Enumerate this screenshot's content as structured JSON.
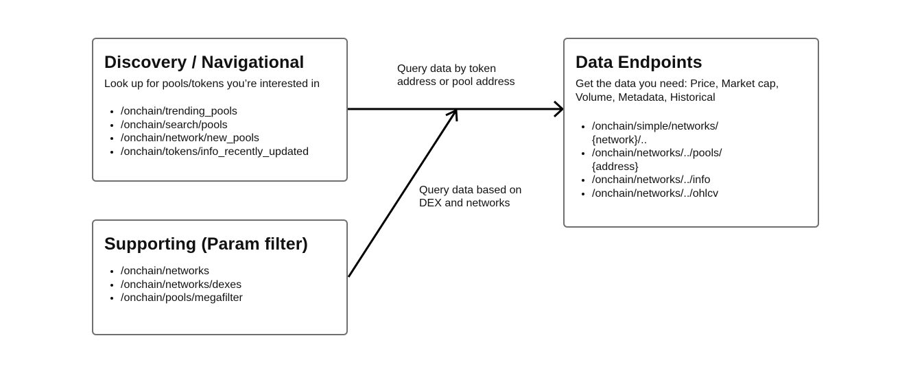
{
  "boxes": {
    "discovery": {
      "title": "Discovery / Navigational",
      "description": "Look up for pools/tokens you’re interested in",
      "items": [
        "/onchain/trending_pools",
        "/onchain/search/pools",
        "/onchain/network/new_pools",
        "/onchain/tokens/info_recently_updated"
      ]
    },
    "supporting": {
      "title": "Supporting (Param filter)",
      "items": [
        "/onchain/networks",
        "/onchain/networks/dexes",
        "/onchain/pools/megafilter"
      ]
    },
    "endpoints": {
      "title": "Data Endpoints",
      "description": "Get the data you need: Price, Market cap,\nVolume, Metadata, Historical",
      "items": [
        "/onchain/simple/networks/\n{network}/..",
        "/onchain/networks/../pools/\n{address}",
        "/onchain/networks/../info",
        "/onchain/networks/../ohlcv"
      ]
    }
  },
  "annotations": {
    "token_query": "Query data by token\naddress or pool address",
    "dex_query": "Query data based on\nDEX and networks"
  },
  "colors": {
    "border": "#6f6f6f",
    "arrow": "#000000",
    "text": "#111111"
  }
}
